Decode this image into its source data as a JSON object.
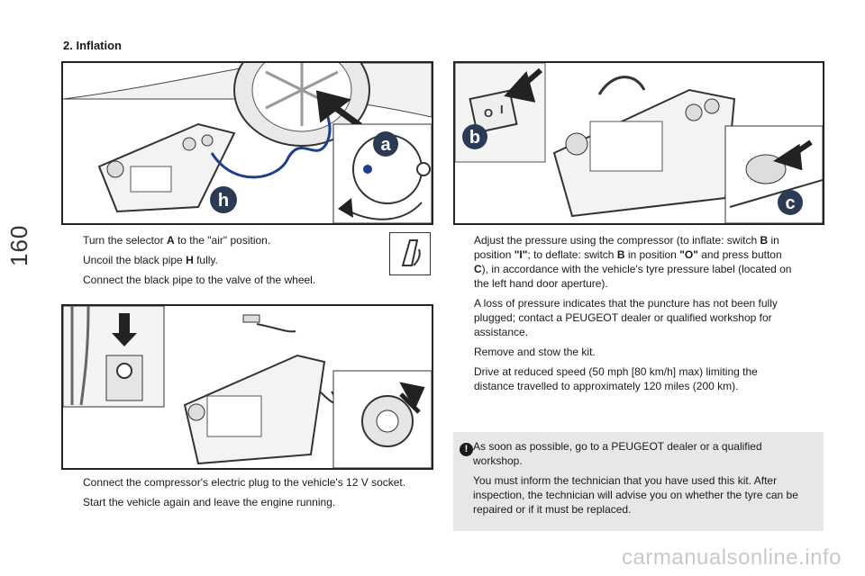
{
  "page": {
    "number": "160",
    "section_title": "2. Inflation"
  },
  "figures": {
    "fig1": {
      "callouts": {
        "a": "a",
        "h": "h"
      }
    },
    "fig2": {
      "callouts": {
        "b": "b",
        "c": "c",
        "switch_on": "I",
        "switch_off": "O"
      }
    }
  },
  "left_steps": [
    {
      "pre": "Turn the selector ",
      "bold": "A",
      "post": " to the \"air\" position."
    },
    {
      "pre": "Uncoil the black pipe ",
      "bold": "H",
      "post": " fully."
    },
    {
      "pre": "Connect the black pipe to the valve of the wheel.",
      "bold": "",
      "post": ""
    }
  ],
  "lower_steps": [
    "Connect the compressor's electric plug to the vehicle's 12 V socket.",
    "Start the vehicle again and leave the engine running."
  ],
  "right_steps": {
    "adjust": {
      "t1": "Adjust the pressure using the compressor (to inflate: switch ",
      "b1": "B",
      "t2": " in position ",
      "b2": "\"I\"",
      "t3": "; to deflate: switch ",
      "b3": "B",
      "t4": " in position ",
      "b4": "\"O\"",
      "t5": " and press button ",
      "b5": "C",
      "t6": "), in accordance with the vehicle's tyre pressure label (located on the left hand door aperture)."
    },
    "adjust_note": "A loss of pressure indicates that the puncture has not been fully plugged; contact a PEUGEOT dealer or qualified workshop for assistance.",
    "remove": "Remove and stow the kit.",
    "drive": "Drive at reduced speed (50 mph [80 km/h] max) limiting the distance travelled to approximately 120 miles (200 km)."
  },
  "notice": {
    "icon": "!",
    "p1": "As soon as possible, go to a PEUGEOT dealer or a qualified workshop.",
    "p2": "You must inform the technician that you have used this kit. After inspection, the technician will advise you on whether the tyre can be repaired or if it must be replaced."
  },
  "bullet_glyph": "",
  "watermark": "carmanualsonline.info"
}
